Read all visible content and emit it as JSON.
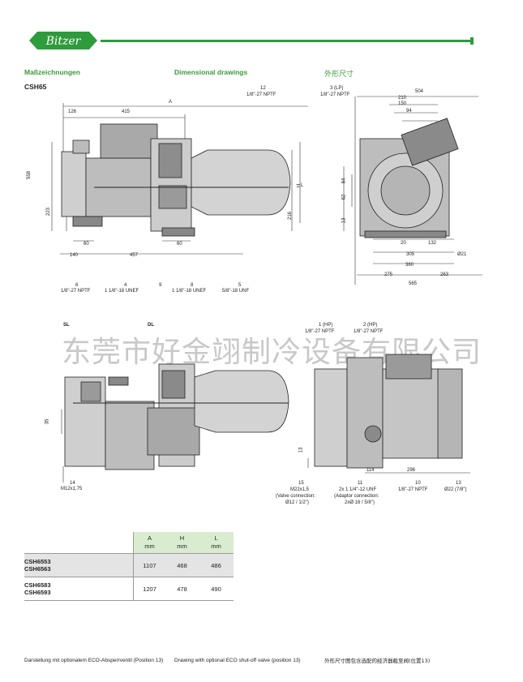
{
  "brand": {
    "logo_text": "Bitzer"
  },
  "headers": {
    "de": "Maßzeichnungen",
    "en": "Dimensional drawings",
    "cn": "外形尺寸",
    "model": "CSH65"
  },
  "top_left": {
    "labels": {
      "conn12": "12",
      "conn12_thread": "1/8\"-27 NPTF",
      "conn6": "6",
      "conn6_thread": "1/8\"-27 NPTF",
      "conn4": "4",
      "conn4_thread": "1 1/8\"-18 UNEF",
      "conn9": "9",
      "conn8": "8",
      "conn8_thread": "1 1/8\"-18 UNEF",
      "conn5": "5",
      "conn5_thread": "5/8\"-18 UNF",
      "A": "A",
      "H": "H",
      "L": "L"
    },
    "dims": {
      "d126": "126",
      "d415": "415",
      "d558": "558",
      "d223": "223",
      "d216": "216",
      "d60a": "60",
      "d60b": "60",
      "d140": "140",
      "d457": "457"
    }
  },
  "top_right": {
    "labels": {
      "conn3": "3 (LP)",
      "conn3_thread": "1/8\"-27 NPTF"
    },
    "dims": {
      "d504": "504",
      "d210": "210",
      "d150": "150",
      "d94": "94",
      "d84": "84",
      "d62": "62",
      "d13": "13",
      "d20": "20",
      "d132": "132",
      "d305": "305",
      "d21": "Ø21",
      "d360": "360",
      "d275": "275",
      "d263": "263",
      "d565": "565"
    }
  },
  "watermark": "东莞市好金翊制冷设备有限公司",
  "bottom_left": {
    "labels": {
      "sl": "SL",
      "dl": "DL",
      "conn14": "14",
      "conn14_thread": "M12x1,75"
    },
    "dims": {
      "d35": "35"
    }
  },
  "bottom_right": {
    "labels": {
      "conn1": "1 (HP)",
      "conn1_thread": "1/8\"-27 NPTF",
      "conn2": "2 (HP)",
      "conn2_thread": "1/8\"-27 NPTF",
      "conn15": "15",
      "conn15_thread": "M22x1,5",
      "conn15_note1": "(Valve connection:",
      "conn15_note2": "Ø12 / 1/2\")",
      "conn11": "11",
      "conn11_thread": "2x 1 1/4\"-12 UNF",
      "conn11_note1": "(Adaptor connection:",
      "conn11_note2": "2xØ 16 / 5/8\")",
      "conn10": "10",
      "conn10_thread": "1/8\"-27 NPTF",
      "conn13": "13",
      "conn13_thread": "Ø22 (7/8\")"
    },
    "dims": {
      "d13": "13",
      "d114": "114",
      "d296": "296"
    }
  },
  "table": {
    "headers": [
      {
        "name": "A",
        "unit": "mm"
      },
      {
        "name": "H",
        "unit": "mm"
      },
      {
        "name": "L",
        "unit": "mm"
      }
    ],
    "rows": [
      {
        "models": [
          "CSH6553",
          "CSH6563"
        ],
        "A": "1107",
        "H": "468",
        "L": "486"
      },
      {
        "models": [
          "CSH6583",
          "CSH6593"
        ],
        "A": "1207",
        "H": "478",
        "L": "490"
      }
    ]
  },
  "captions": {
    "de": "Darstellung mit optionalem ECO-Absperrventil (Position 13)",
    "en": "Drawing with optional ECO shut-off valve (position 13)",
    "cn": "外形尺寸图包含选配的经济器截至阀(位置13)"
  },
  "colors": {
    "brand_green": "#2e9b3c",
    "header_green": "#3a9a3a",
    "table_header": "#d9ecd0",
    "table_shade": "#e4e4e4"
  }
}
